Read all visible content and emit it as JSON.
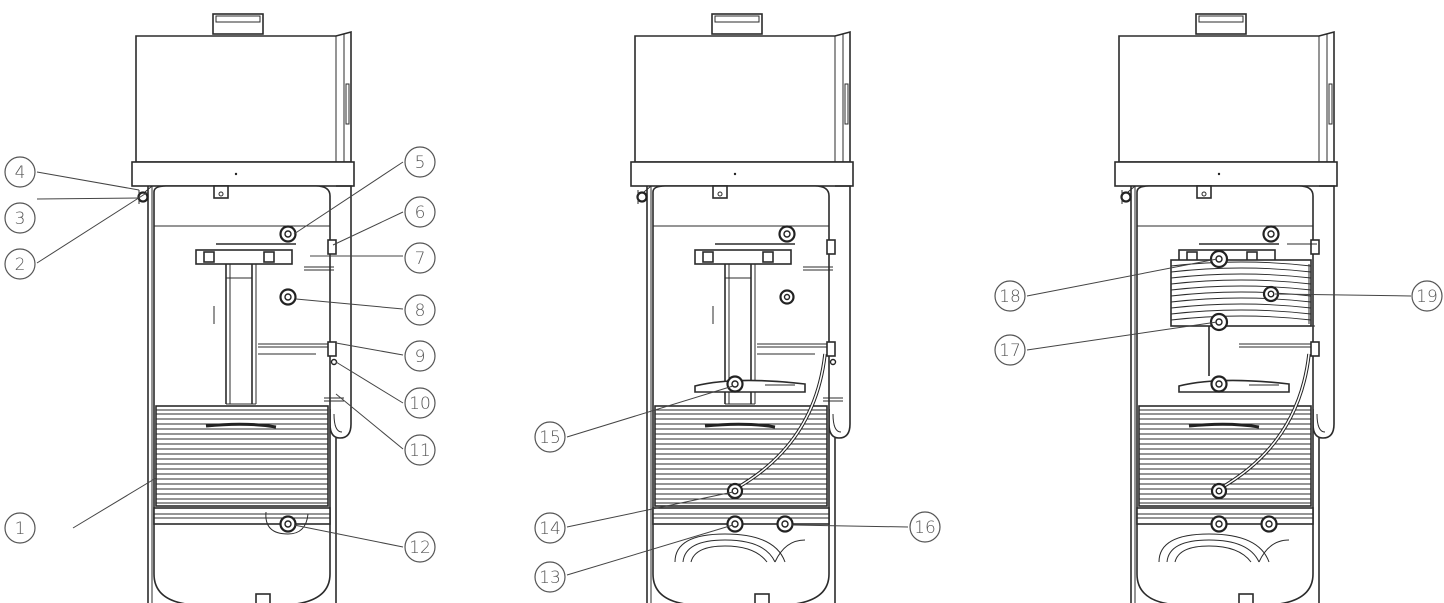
{
  "diagram": {
    "units": [
      {
        "id": "unit-a",
        "variant": "single-coil"
      },
      {
        "id": "unit-b",
        "variant": "single-coil-recirculation"
      },
      {
        "id": "unit-c",
        "variant": "twin-coil"
      }
    ],
    "callouts": [
      {
        "id": "c1",
        "label": "1"
      },
      {
        "id": "c2",
        "label": "2"
      },
      {
        "id": "c3",
        "label": "3"
      },
      {
        "id": "c4",
        "label": "4"
      },
      {
        "id": "c5",
        "label": "5"
      },
      {
        "id": "c6",
        "label": "6"
      },
      {
        "id": "c7",
        "label": "7"
      },
      {
        "id": "c8",
        "label": "8"
      },
      {
        "id": "c9",
        "label": "9"
      },
      {
        "id": "c10",
        "label": "10"
      },
      {
        "id": "c11",
        "label": "11"
      },
      {
        "id": "c12",
        "label": "12"
      },
      {
        "id": "c13",
        "label": "13"
      },
      {
        "id": "c14",
        "label": "14"
      },
      {
        "id": "c15",
        "label": "15"
      },
      {
        "id": "c16",
        "label": "16"
      },
      {
        "id": "c17",
        "label": "17"
      },
      {
        "id": "c18",
        "label": "18"
      },
      {
        "id": "c19",
        "label": "19"
      }
    ]
  }
}
